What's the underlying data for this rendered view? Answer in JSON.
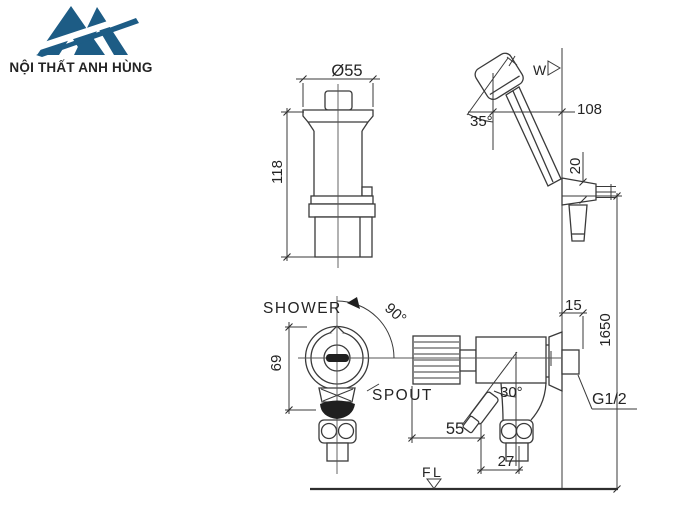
{
  "logo": {
    "brand": "NỘI THẤT ANH HÙNG",
    "mark_color": "#1d5c85",
    "text_color": "#134e7c"
  },
  "drawing": {
    "line_color": "#3a3a3a",
    "labels": {
      "shower": "SHOWER",
      "spout": "SPOUT",
      "floor": "FL",
      "wall": "W",
      "thread": "G1/2"
    },
    "dimensions": {
      "head_diameter": "Ø55",
      "cartridge_height": "118",
      "shower_reach": "108",
      "head_angle": "35°",
      "hook_height": "20",
      "flange_depth": "15",
      "install_height": "1650",
      "handle_swing": "90°",
      "valve_height": "69",
      "spout_angle": "30°",
      "spout_reach": "55",
      "outlet_offset": "27"
    }
  }
}
